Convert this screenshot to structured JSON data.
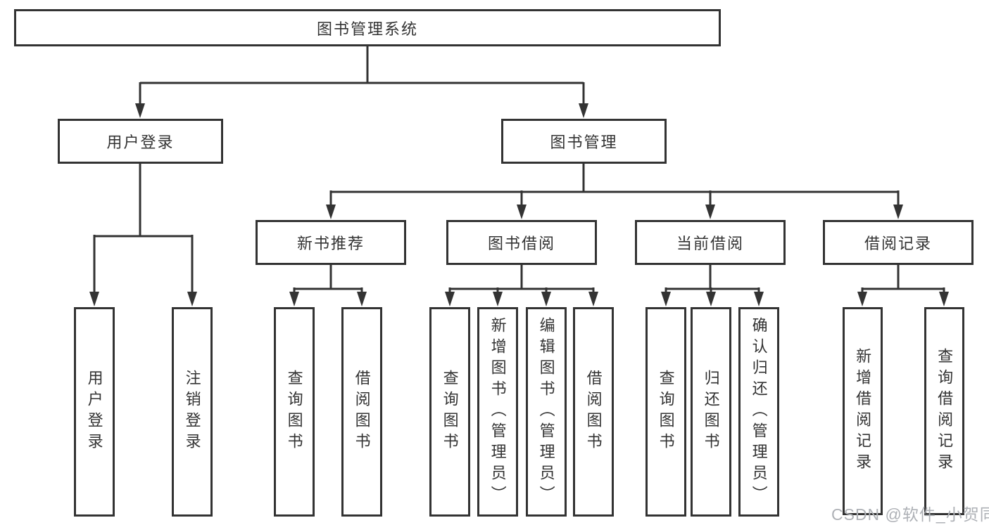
{
  "tree": {
    "root": {
      "label": "图书管理系统",
      "children": [
        {
          "label": "用户登录",
          "children": [
            {
              "label": "用户登录"
            },
            {
              "label": "注销登录"
            }
          ]
        },
        {
          "label": "图书管理",
          "children": [
            {
              "label": "新书推荐",
              "children": [
                {
                  "label": "查询图书"
                },
                {
                  "label": "借阅图书"
                }
              ]
            },
            {
              "label": "图书借阅",
              "children": [
                {
                  "label": "查询图书"
                },
                {
                  "label": "新增图书（管理员）"
                },
                {
                  "label": "编辑图书（管理员）"
                },
                {
                  "label": "借阅图书"
                }
              ]
            },
            {
              "label": "当前借阅",
              "children": [
                {
                  "label": "查询图书"
                },
                {
                  "label": "归还图书"
                },
                {
                  "label": "确认归还（管理员）"
                }
              ]
            },
            {
              "label": "借阅记录",
              "children": [
                {
                  "label": "新增借阅记录"
                },
                {
                  "label": "查询借阅记录"
                }
              ]
            }
          ]
        }
      ]
    }
  },
  "watermark": {
    "text": "CSDN @软件_小贺同学",
    "color": "#aeb1b6"
  },
  "colors": {
    "line": "#333333",
    "box_border": "#333333",
    "text": "#333333",
    "background": "#ffffff"
  }
}
